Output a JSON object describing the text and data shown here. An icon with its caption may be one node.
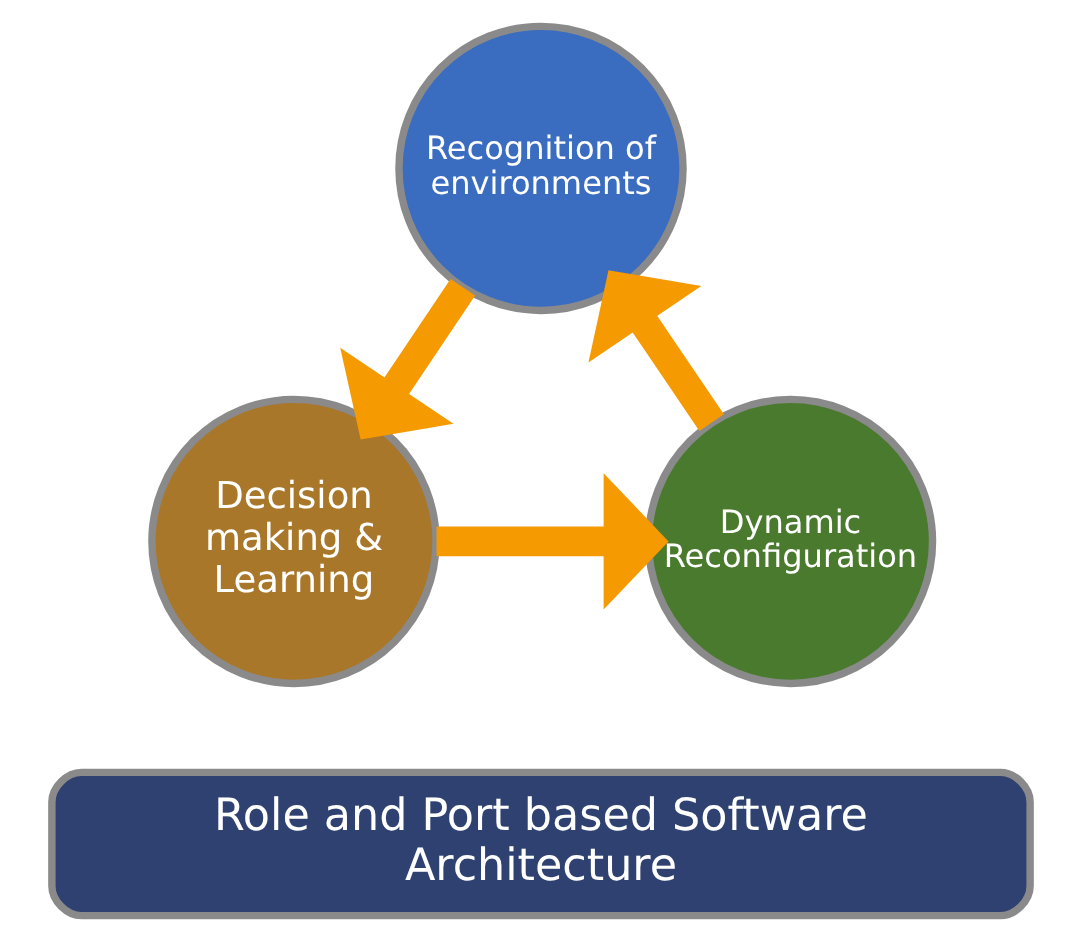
{
  "diagram": {
    "nodes": [
      {
        "text": [
          "Recognition of environments"
        ]
      },
      {
        "text": [
          "Decision making & Learning"
        ]
      },
      {
        "text": [
          "Dynamic Reconfiguration"
        ]
      },
      {
        "text": [
          "Role and Port based Software Architecture"
        ]
      }
    ],
    "edges": [
      {
        "from": 0,
        "to": 1,
        "arrow": "to"
      },
      {
        "from": 1,
        "to": 2,
        "arrow": "to"
      },
      {
        "from": 2,
        "to": 0,
        "arrow": "to"
      }
    ]
  }
}
